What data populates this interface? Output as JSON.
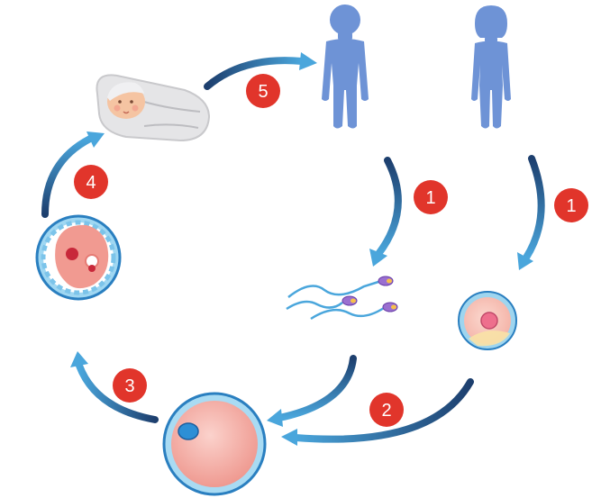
{
  "diagram": {
    "colors": {
      "arrow_dark": "#1d3f6e",
      "arrow_light": "#4aa6dc",
      "badge": "#e1352b",
      "badge_text": "#ffffff",
      "silhouette": "#6e93d6",
      "cell_pink": "#f3a8a0",
      "cell_ring": "#4aa6dc"
    },
    "nodes": [
      {
        "id": "man",
        "icon": "man-silhouette-icon"
      },
      {
        "id": "woman",
        "icon": "woman-silhouette-icon"
      },
      {
        "id": "sperm",
        "icon": "sperm-cells-icon"
      },
      {
        "id": "egg",
        "icon": "egg-cell-icon"
      },
      {
        "id": "zygote",
        "icon": "zygote-icon"
      },
      {
        "id": "embryo",
        "icon": "embryo-icon"
      },
      {
        "id": "baby",
        "icon": "swaddled-baby-icon"
      }
    ],
    "steps": [
      {
        "id": "man-to-sperm",
        "label": "1"
      },
      {
        "id": "woman-to-egg",
        "label": "1"
      },
      {
        "id": "gametes-to-zygote",
        "label": "2"
      },
      {
        "id": "zygote-to-embryo",
        "label": "3"
      },
      {
        "id": "embryo-to-baby",
        "label": "4"
      },
      {
        "id": "baby-to-man",
        "label": "5"
      }
    ]
  }
}
